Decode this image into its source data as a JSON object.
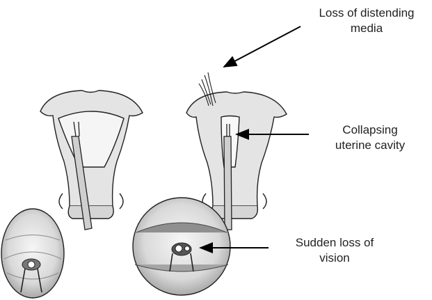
{
  "labels": {
    "loss_of_media": {
      "line1": "Loss of distending",
      "line2": "media"
    },
    "collapsing_cavity": {
      "line1": "Collapsing",
      "line2": "uterine cavity"
    },
    "loss_of_vision": {
      "line1": "Sudden loss of",
      "line2": "vision"
    }
  },
  "colors": {
    "ink": "#231f20",
    "shade": "#cfcfcf",
    "light": "#ececec",
    "arrow": "#000000"
  }
}
